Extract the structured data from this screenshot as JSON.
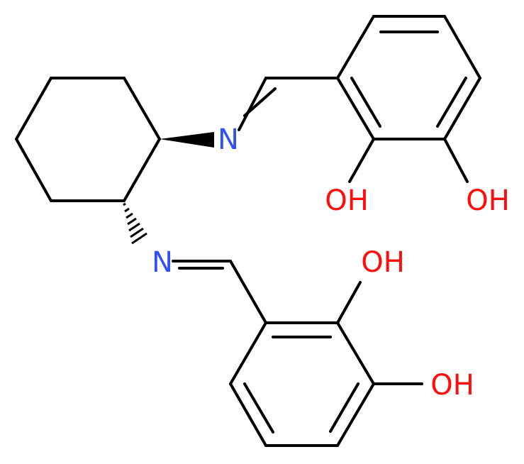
{
  "colors": {
    "bond": "#000000",
    "nitrogen": "#3050F8",
    "oxygen": "#FF0D0D"
  },
  "atoms": {
    "n1": "N",
    "n2": "N",
    "oh1": "OH",
    "oh2": "OH",
    "oh3": "OH",
    "oh4": "OH"
  }
}
